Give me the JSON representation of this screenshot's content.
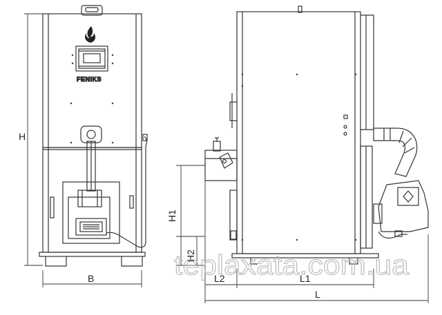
{
  "front_view": {
    "brand_label": "FENIKS"
  },
  "dimensions": {
    "height": "H",
    "width": "B",
    "h1": "H1",
    "h2": "H2",
    "l2": "L2",
    "l1": "L1",
    "length": "L"
  },
  "watermark": "teplaxata.com.ua",
  "colors": {
    "line": "#333333",
    "background": "#ffffff",
    "watermark": "#bfbfbf"
  }
}
